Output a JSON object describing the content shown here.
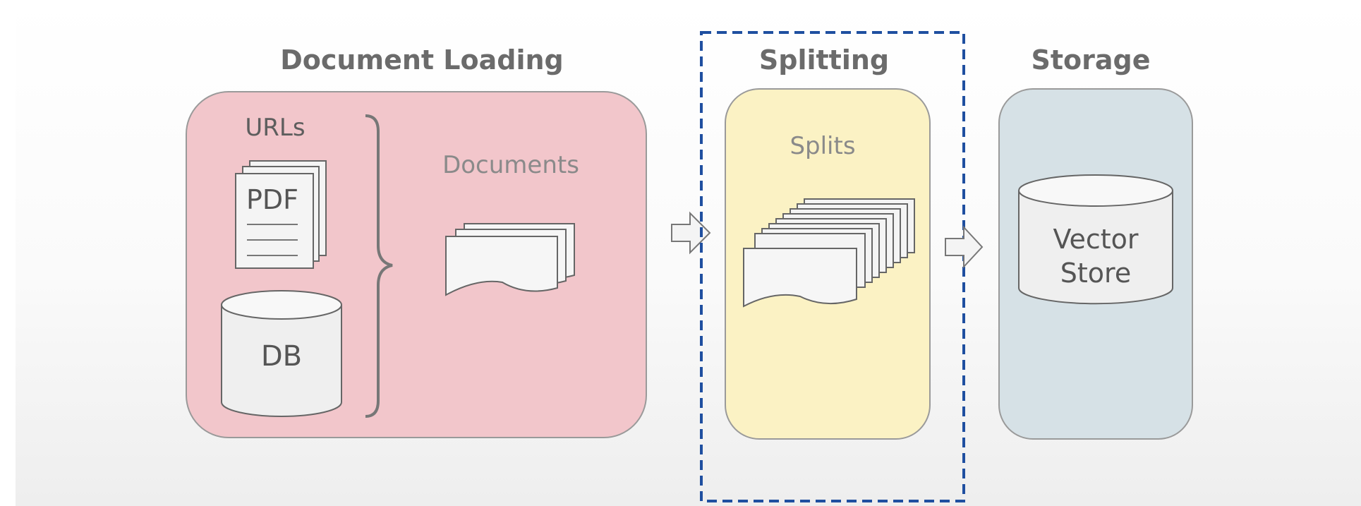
{
  "sections": {
    "loading": {
      "heading": "Document Loading",
      "urls_label": "URLs",
      "pdf_label": "PDF",
      "db_label": "DB",
      "documents_label": "Documents"
    },
    "splitting": {
      "heading": "Splitting",
      "splits_label": "Splits"
    },
    "storage": {
      "heading": "Storage",
      "vector_line1": "Vector",
      "vector_line2": "Store"
    }
  },
  "colors": {
    "loading_fill": "#f2c6cb",
    "splitting_fill": "#fbf2c4",
    "storage_fill": "#d6e1e6",
    "highlight_border": "#1f4fa0",
    "heading_text": "#6b6b6b",
    "label_text": "#8a8a8a"
  },
  "icons": [
    "pdf-document-icon",
    "database-icon",
    "document-stack-icon",
    "right-arrow-icon",
    "vector-store-cylinder-icon"
  ]
}
